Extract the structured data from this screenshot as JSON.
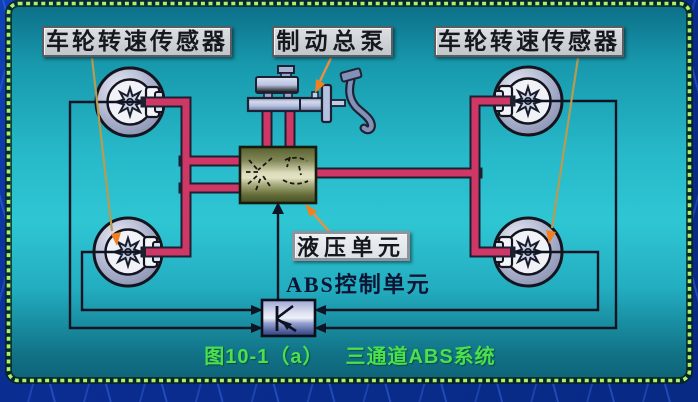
{
  "diagram": {
    "labels": {
      "wheel_speed_sensor_left": "车轮转速传感器",
      "brake_master_cylinder": "制动总泵",
      "wheel_speed_sensor_right": "车轮转速传感器",
      "hydraulic_unit": "液压单元",
      "abs_control_unit": "ABS控制单元"
    },
    "caption": {
      "figure_number": "图10-1（a）",
      "title": "三通道ABS系统"
    },
    "colors": {
      "panel_border_green": "#aaf266",
      "panel_teal": "#2fc6d4",
      "slide_navy": "#0a2d92",
      "brake_line_red": "#cf3766",
      "leader_arrow_orange": "#f08020",
      "caption_green": "#4be04c",
      "hydraulic_unit_olive": "#8a9159",
      "ecu_steel_blue": "#9aa5d2"
    }
  }
}
